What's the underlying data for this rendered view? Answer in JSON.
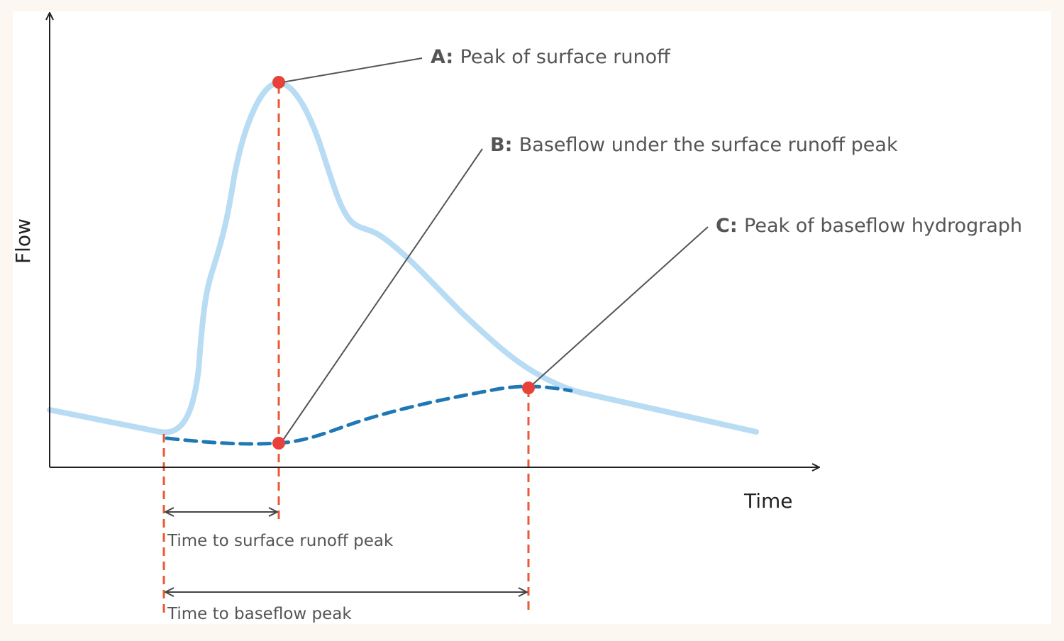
{
  "axes": {
    "x_label": "Time",
    "y_label": "Flow"
  },
  "annotations": [
    {
      "letter": "A:",
      "text": "Peak of surface runoff"
    },
    {
      "letter": "B:",
      "text": "Baseflow under the surface runoff peak"
    },
    {
      "letter": "C:",
      "text": "Peak of baseflow hydrograph"
    }
  ],
  "spans": {
    "surface": "Time to surface runoff peak",
    "baseflow": "Time to baseflow peak"
  },
  "colors": {
    "background": "#fcf7f0",
    "hydrograph": "#b8dcf3",
    "baseflow": "#1f78b4",
    "marker": "#e8403a",
    "guide": "#e85a35",
    "leader": "#555555",
    "axis": "#222222"
  }
}
